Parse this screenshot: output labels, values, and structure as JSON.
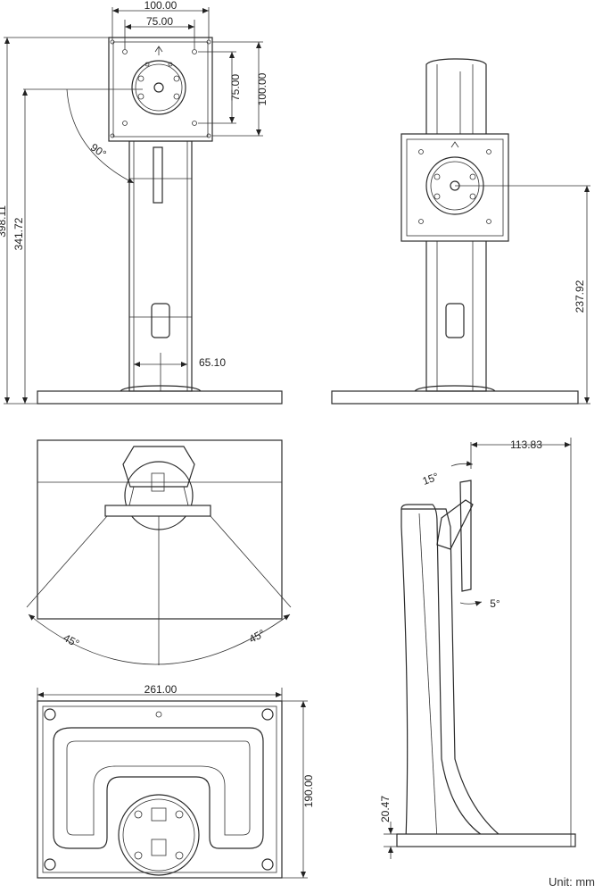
{
  "unit_label": "Unit: mm",
  "front_view": {
    "vesa_outer_width": "100.00",
    "vesa_inner_width": "75.00",
    "vesa_inner_height": "75.00",
    "vesa_outer_height": "100.00",
    "rotation_angle": "90°",
    "overall_height": "398.11",
    "center_height": "341.72",
    "column_width": "65.10"
  },
  "back_view": {
    "center_height": "237.92"
  },
  "top_view": {
    "swivel_left": "45°",
    "swivel_right": "45°"
  },
  "side_view": {
    "depth": "113.83",
    "tilt_up": "15°",
    "tilt_down": "5°",
    "base_height": "20.47"
  },
  "base_view": {
    "base_width": "261.00",
    "base_depth": "190.00"
  }
}
